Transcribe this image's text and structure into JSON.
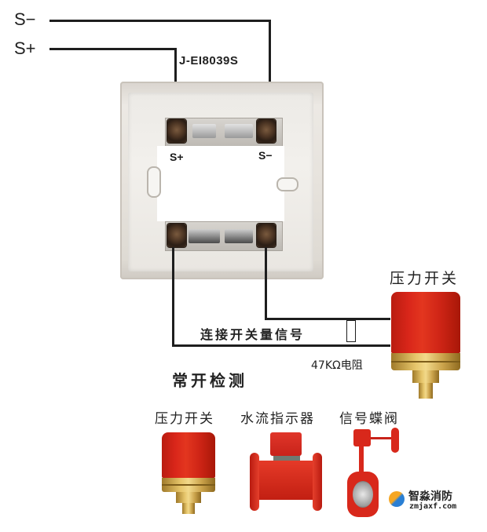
{
  "signals": {
    "s_minus": "S−",
    "s_plus": "S+"
  },
  "module": {
    "model": "J-EI8039S",
    "terminals": {
      "top_left": "S+",
      "top_right": "S−"
    }
  },
  "connection": {
    "label": "连接开关量信号",
    "resistor_label": "47KΩ电阻",
    "device_label": "压力开关"
  },
  "section": {
    "title": "常开检测",
    "devices": [
      {
        "label": "压力开关",
        "icon": "pressure-switch-icon"
      },
      {
        "label": "水流指示器",
        "icon": "water-flow-indicator-icon"
      },
      {
        "label": "信号蝶阀",
        "icon": "signal-butterfly-valve-icon"
      }
    ]
  },
  "watermark": {
    "name": "智淼消防",
    "url": "zmjaxf.com"
  },
  "colors": {
    "wire": "#1e1e1e",
    "device_red": "#d9261a",
    "brass": "#e6c56a"
  }
}
